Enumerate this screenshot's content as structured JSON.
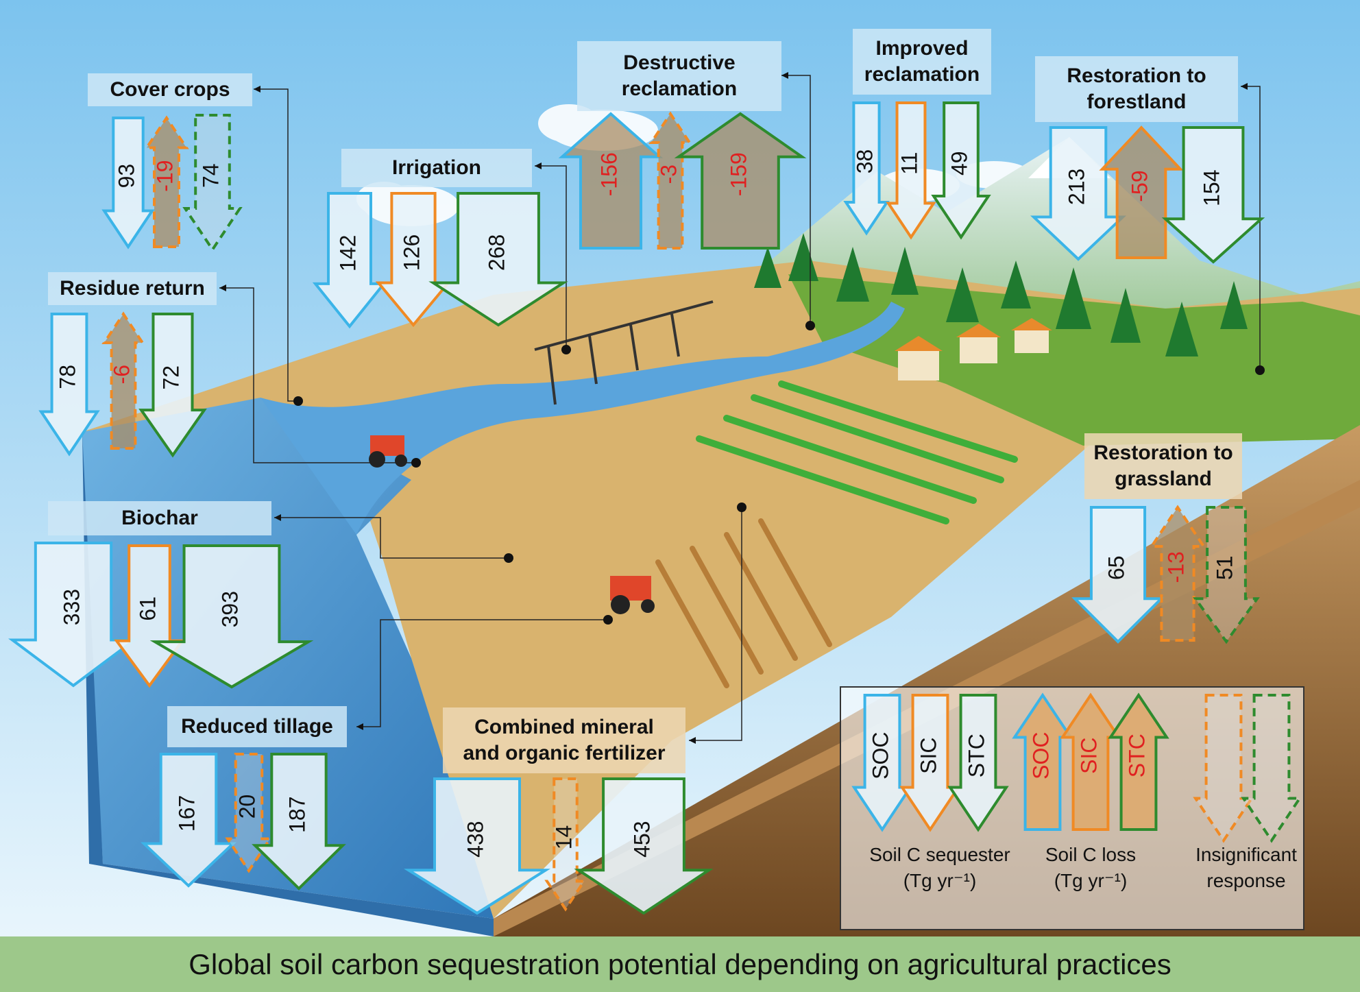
{
  "caption": "Global soil carbon sequestration potential depending on agricultural practices",
  "colors": {
    "soc": "#3bb4e8",
    "sic": "#f08a24",
    "stc": "#2e8b2e",
    "negative_text": "#e02020"
  },
  "practices": [
    {
      "id": "cover-crops",
      "label": "Cover crops",
      "values": [
        "93",
        "-19",
        "74"
      ],
      "dir": [
        "down",
        "up",
        "down"
      ],
      "dashed": [
        false,
        true,
        true
      ]
    },
    {
      "id": "residue-return",
      "label": "Residue return",
      "values": [
        "78",
        "-6",
        "72"
      ],
      "dir": [
        "down",
        "up",
        "down"
      ],
      "dashed": [
        false,
        true,
        false
      ]
    },
    {
      "id": "biochar",
      "label": "Biochar",
      "values": [
        "333",
        "61",
        "393"
      ],
      "dir": [
        "down",
        "down",
        "down"
      ],
      "dashed": [
        false,
        false,
        false
      ]
    },
    {
      "id": "reduced-tillage",
      "label": "Reduced tillage",
      "values": [
        "167",
        "20",
        "187"
      ],
      "dir": [
        "down",
        "down",
        "down"
      ],
      "dashed": [
        false,
        true,
        false
      ]
    },
    {
      "id": "irrigation",
      "label": "Irrigation",
      "values": [
        "142",
        "126",
        "268"
      ],
      "dir": [
        "down",
        "down",
        "down"
      ],
      "dashed": [
        false,
        false,
        false
      ]
    },
    {
      "id": "destructive-reclamation",
      "label": "Destructive\nreclamation",
      "values": [
        "-156",
        "-3",
        "-159"
      ],
      "dir": [
        "up",
        "up",
        "up"
      ],
      "dashed": [
        false,
        true,
        false
      ]
    },
    {
      "id": "improved-reclamation",
      "label": "Improved\nreclamation",
      "values": [
        "38",
        "11",
        "49"
      ],
      "dir": [
        "down",
        "down",
        "down"
      ],
      "dashed": [
        false,
        false,
        false
      ]
    },
    {
      "id": "restoration-forestland",
      "label": "Restoration to\nforestland",
      "values": [
        "213",
        "-59",
        "154"
      ],
      "dir": [
        "down",
        "up",
        "down"
      ],
      "dashed": [
        false,
        false,
        false
      ]
    },
    {
      "id": "restoration-grassland",
      "label": "Restoration to\ngrassland",
      "values": [
        "65",
        "-13",
        "51"
      ],
      "dir": [
        "down",
        "up",
        "down"
      ],
      "dashed": [
        false,
        true,
        true
      ]
    },
    {
      "id": "combined-fertilizer",
      "label": "Combined mineral\nand organic fertilizer",
      "values": [
        "438",
        "14",
        "453"
      ],
      "dir": [
        "down",
        "down",
        "down"
      ],
      "dashed": [
        false,
        true,
        false
      ]
    }
  ],
  "legend": {
    "items": [
      "SOC",
      "SIC",
      "STC"
    ],
    "sequester_label": "Soil C sequester\n(Tg yr⁻¹)",
    "loss_label": "Soil C loss\n(Tg yr⁻¹)",
    "insignificant_label": "Insignificant\nresponse"
  }
}
